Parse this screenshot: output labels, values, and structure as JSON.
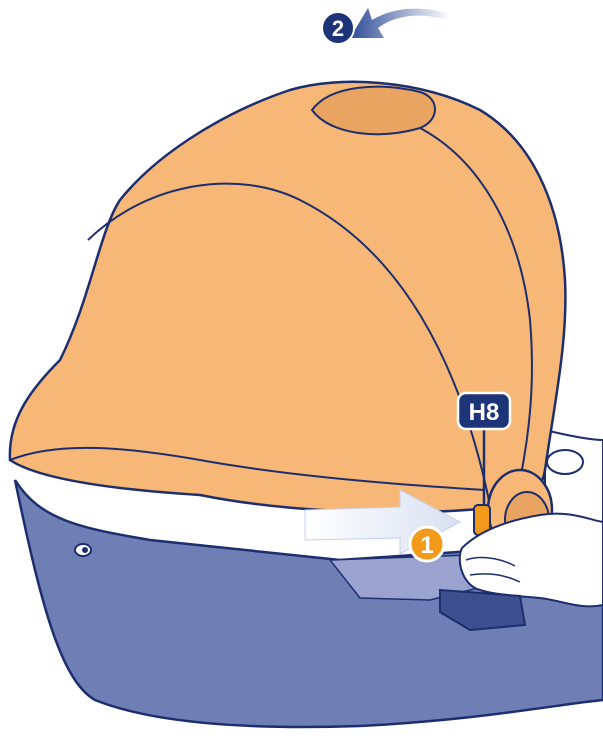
{
  "step_labels": {
    "step1": "1",
    "step2": "2",
    "part_code": "H8"
  },
  "colors": {
    "canopy": "#f7b877",
    "canopy_shadow": "#e9a461",
    "basket": "#6f7fb6",
    "basket_light": "#9aa3cf",
    "outline": "#1c2e6e",
    "badge_fill": "#1d3478",
    "badge_stroke": "#ffffff",
    "step1_fill": "#f39a1b",
    "arrow_light": "#dfe7f5",
    "skin": "#ffffff"
  },
  "icons": {
    "arrow_step2": "curved-left-arrow",
    "arrow_step1": "push-right-arrow"
  }
}
